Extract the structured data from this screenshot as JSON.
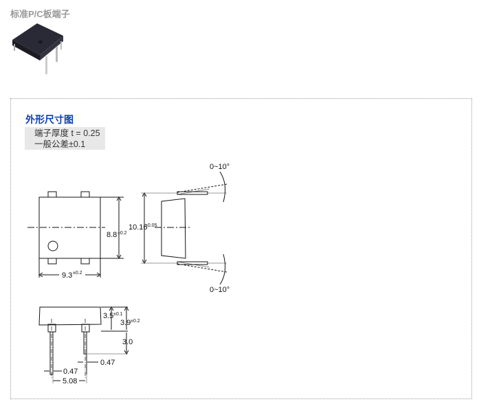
{
  "header": {
    "title": "标准P/C板端子"
  },
  "panel": {
    "title": "外形尺寸图",
    "notes": [
      "端子厚度 t = 0.25",
      "一般公差±0.1"
    ]
  },
  "drawing": {
    "width_dim": {
      "value": "9.3",
      "tol": "±0.2"
    },
    "height_dim": {
      "value": "8.8",
      "tol": "±0.2"
    },
    "pitch_dim": {
      "value": "10.16",
      "tol": "±0.05"
    },
    "angle_top": "0~10°",
    "angle_bottom": "0~10°",
    "body_height": {
      "value": "3.5",
      "tol": "±0.1"
    },
    "total_height": {
      "value": "3.9",
      "tol": "±0.2"
    },
    "lead_length": "3.0",
    "lead_width_a": "0.47",
    "lead_width_b": "0.47",
    "lead_pitch": "5.08"
  }
}
